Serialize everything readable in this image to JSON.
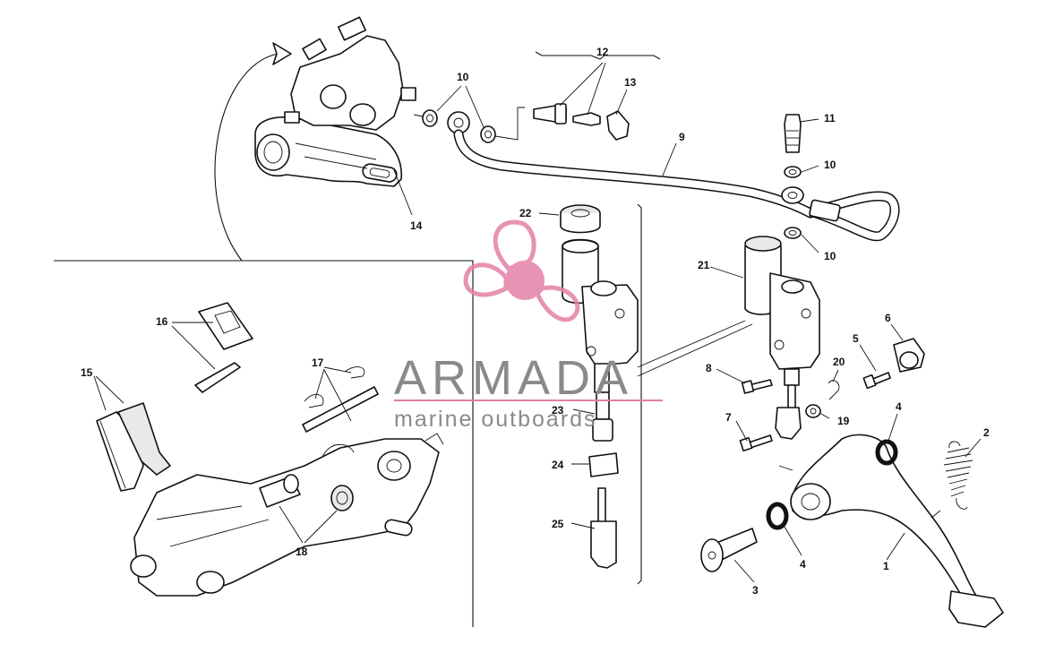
{
  "watermark": {
    "brand": "ARMADA",
    "tagline": "marine outboards",
    "logo_color": "#e47fa8",
    "text_color": "#8a8a8a"
  },
  "callouts": {
    "c1": "1",
    "c2": "2",
    "c3": "3",
    "c4a": "4",
    "c4b": "4",
    "c5": "5",
    "c6": "6",
    "c7": "7",
    "c8": "8",
    "c9": "9",
    "c10a": "10",
    "c10b": "10",
    "c10c": "10",
    "c11": "11",
    "c12": "12",
    "c13": "13",
    "c14": "14",
    "c15": "15",
    "c16": "16",
    "c17": "17",
    "c18": "18",
    "c19": "19",
    "c20": "20",
    "c21": "21",
    "c22": "22",
    "c23": "23",
    "c24": "24",
    "c25": "25"
  }
}
